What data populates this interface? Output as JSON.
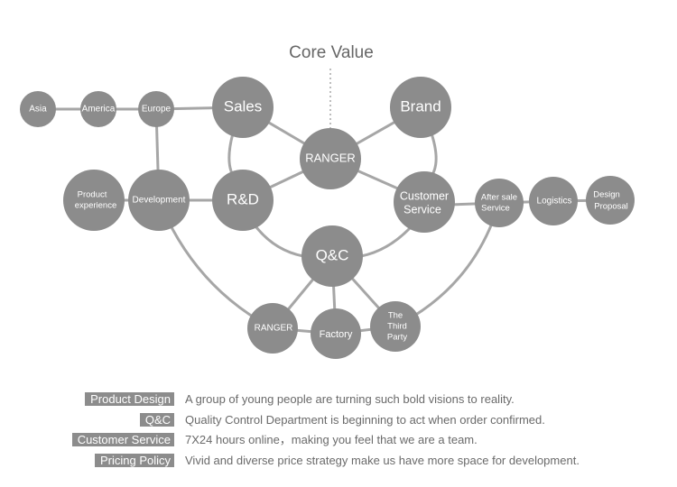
{
  "diagram": {
    "core_label": "Core Value",
    "nodes": {
      "asia": "Asia",
      "america": "America",
      "europe": "Europe",
      "sales": "Sales",
      "brand": "Brand",
      "ranger_center": "RANGER",
      "product_experience": [
        "Product",
        "experience"
      ],
      "development": "Development",
      "rd": "R&D",
      "customer_service": [
        "Customer",
        "Service"
      ],
      "after_sale_service": [
        "After sale",
        "Service"
      ],
      "logistics": "Logistics",
      "design_proposal": [
        "Design",
        "Proposal"
      ],
      "qc": "Q&C",
      "ranger_bottom": "RANGER",
      "factory": "Factory",
      "third_party": [
        "The",
        "Third",
        "Party"
      ]
    },
    "node_color": "#8c8c8c",
    "line_color": "#a6a6a6"
  },
  "legend": [
    {
      "tag": "Product Design",
      "desc": "A group of young people are turning such bold visions to reality."
    },
    {
      "tag": "Q&C",
      "desc": "Quality Control Department is beginning to act when order confirmed."
    },
    {
      "tag": "Customer Service",
      "desc": "7X24 hours online，making you feel that we are a team."
    },
    {
      "tag": "Pricing Policy",
      "desc": "Vivid and diverse price strategy make us have more space for development."
    }
  ]
}
